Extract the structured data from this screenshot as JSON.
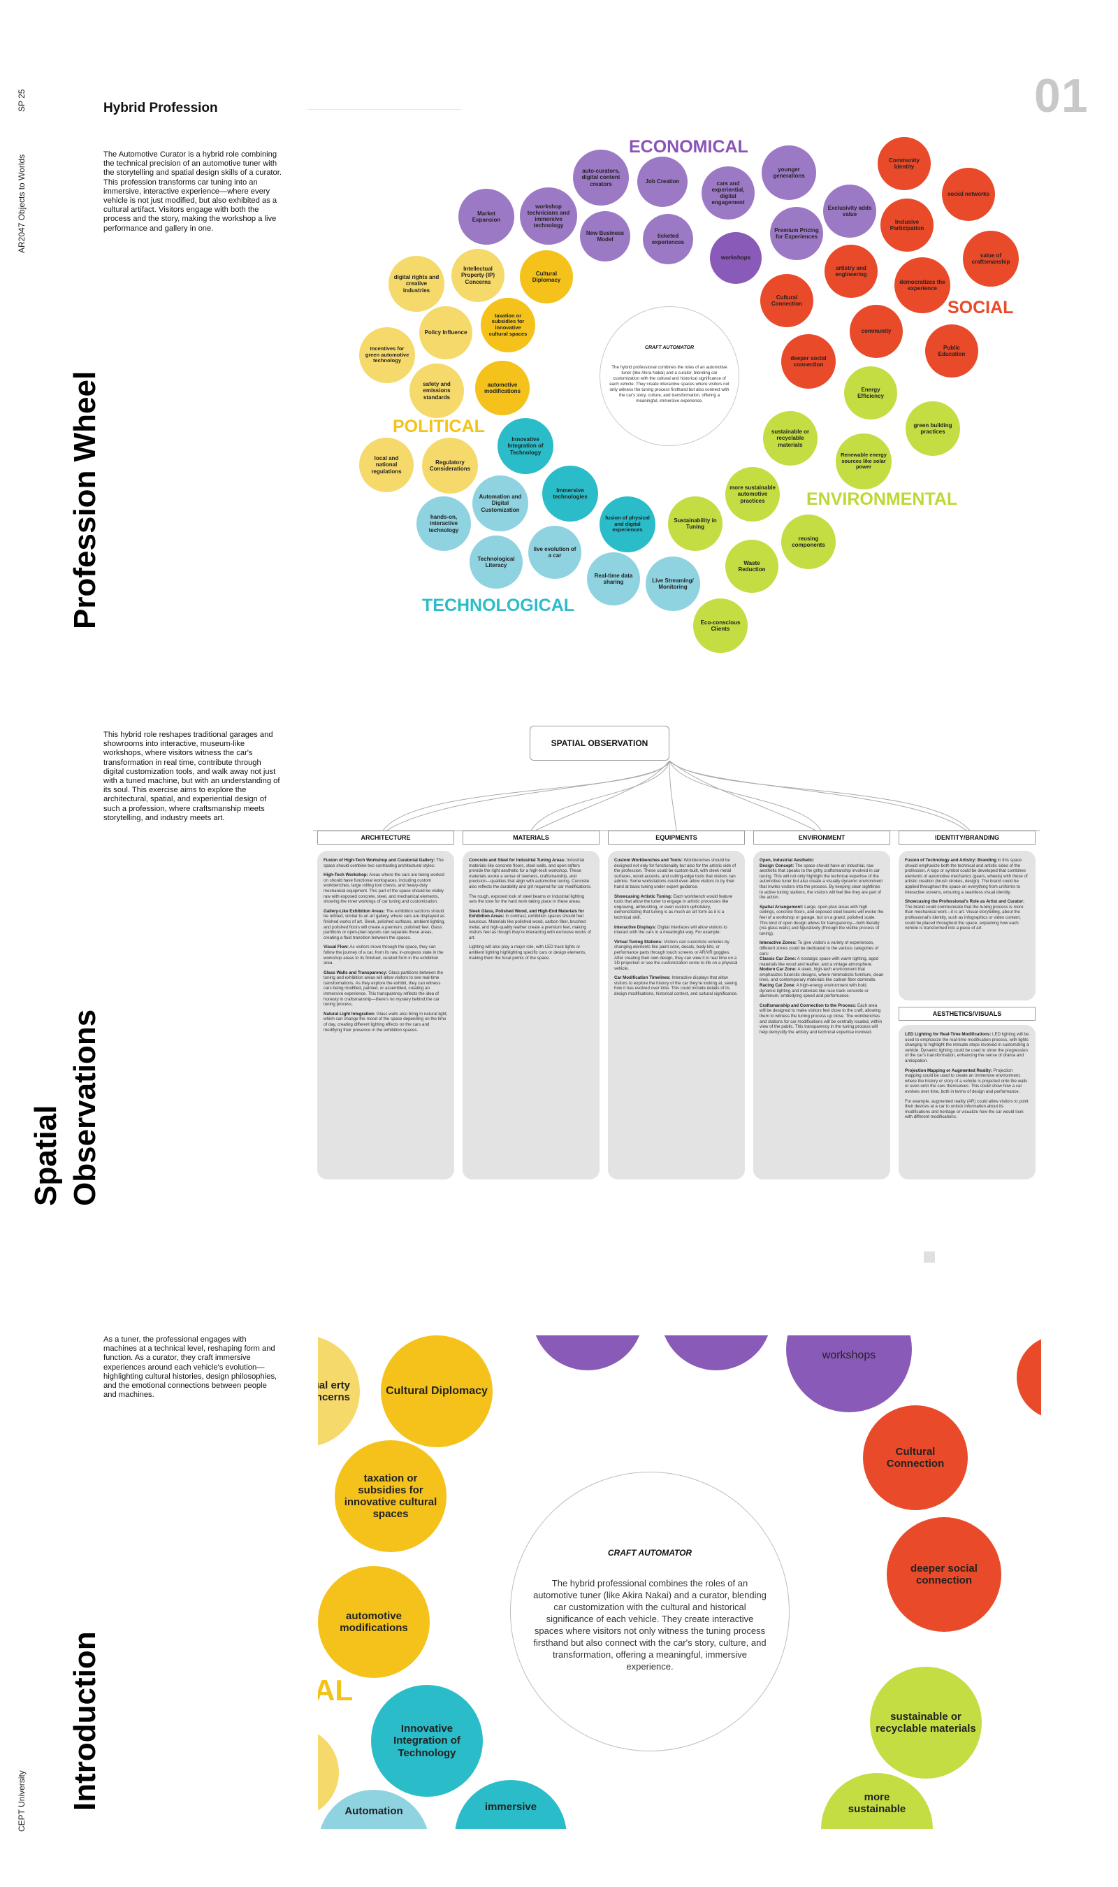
{
  "sidebar": {
    "code": "SP 25",
    "course": "AR2047 Objects to Worlds",
    "university": "CEPT University"
  },
  "page_number": "01",
  "header": {
    "title": "Hybrid Profession"
  },
  "sections": {
    "profession_wheel": "Profession Wheel",
    "spatial_line1": "Spatial",
    "spatial_line2": "Observations",
    "introduction": "Introduction"
  },
  "paragraphs": {
    "p1": "The Automotive Curator is a hybrid role combining the technical precision of an automotive tuner with the storytelling and spatial design skills of a curator. This profession transforms car tuning into an immersive, interactive experience—where every vehicle is not just modified, but also exhibited as a cultural artifact. Visitors engage with both the process and the story, making the workshop a live performance and gallery in one.",
    "p2": "This hybrid role reshapes traditional garages and showrooms into interactive, museum-like workshops, where visitors witness the car's transformation in real time, contribute through digital customization tools, and walk away not just with a tuned machine, but with an understanding of its soul. This exercise aims to explore the architectural, spatial, and experiential design of such a profession, where craftsmanship meets storytelling, and industry meets art.",
    "p3": "As a tuner, the professional engages with machines at a technical level, reshaping form and function. As a curator, they craft immersive experiences around each vehicle's evolution—highlighting cultural histories, design philosophies, and the emotional connections between people and machines."
  },
  "wheel": {
    "categories": {
      "economical": "ECONOMICAL",
      "social": "SOCIAL",
      "political": "POLITICAL",
      "environmental": "ENVIRONMENTAL",
      "technological": "TECHNOLOGICAL"
    },
    "center_title": "CRAFT AUTOMATOR",
    "center_text": "The hybrid professional combines the roles of an automotive tuner (like Akira Nakai) and a curator, blending car customization with the cultural and historical significance of each vehicle. They create interactive spaces where visitors not only witness the tuning process firsthand but also connect with the car's story, culture, and transformation, offering a meaningful, immersive experience.",
    "bubbles": {
      "auto_curators": "auto-curators, digital content creators",
      "job_creation": "Job Creation",
      "cars_experiential": "cars and experiential, digital engagement",
      "younger_generations": "younger generations",
      "market_expansion": "Market Expansion",
      "workshop_technicians": "workshop technicians and immersive technology",
      "new_business_model": "New Business Model",
      "ticketed_experiences": "ticketed experiences",
      "exclusivity": "Exclusivity adds value",
      "premium_pricing": "Premium Pricing for Experiences",
      "workshops": "workshops",
      "community_identity": "Community Identity",
      "social_networks": "social networks",
      "inclusive_participation": "Inclusive Participation",
      "value_craftsmanship": "value of craftsmanship",
      "artistry_engineering": "artistry and engineering",
      "democratizes": "democratizes the experience",
      "cultural_connection": "Cultural Connection",
      "community": "community",
      "public_education": "Public Education",
      "deeper_social": "deeper social connection",
      "digital_rights": "digital rights and creative industries",
      "intellectual_property": "Intellectual Property (IP) Concerns",
      "cultural_diplomacy": "Cultural Diplomacy",
      "taxation": "taxation or subsidies for innovative cultural spaces",
      "policy_influence": "Policy Influence",
      "incentives": "Incentives for green automotive technology",
      "safety_emissions": "safety and emissions standards",
      "automotive_modifications": "automotive modifications",
      "local_national": "local and national regulations",
      "regulatory": "Regulatory Considerations",
      "innovative_integration": "Innovative Integration of Technology",
      "energy_efficiency": "Energy Efficiency",
      "green_building": "green building practices",
      "sustainable_materials": "sustainable or recyclable materials",
      "renewable_energy": "Renewable energy sources like solar power",
      "more_sustainable": "more sustainable automotive practices",
      "automation_digital": "Automation and Digital Customization",
      "immersive_tech": "Immersive technologies",
      "handson": "hands-on, interactive technology",
      "fusion": "fusion of physical and digital experiences",
      "sustainability_tuning": "Sustainability in Tuning",
      "reusing": "reusing components",
      "live_evolution": "live evolution of a car",
      "tech_literacy": "Technological Literacy",
      "realtime": "Real-time data sharing",
      "live_streaming": "Live Streaming/ Monitoring",
      "waste_reduction": "Waste Reduction",
      "eco_clients": "Eco-conscious Clients"
    }
  },
  "spatial": {
    "title": "SPATIAL OBSERVATION",
    "columns": [
      {
        "head": "ARCHITECTURE"
      },
      {
        "head": "MATERIALS"
      },
      {
        "head": "EQUIPMENTS"
      },
      {
        "head": "ENVIRONMENT"
      },
      {
        "head": "IDENTITY/BRANDING"
      }
    ],
    "aesthetics_head": "AESTHETICS/VISUALS",
    "arch": {
      "h1": "Fusion of High-Tech Workshop and Curatorial Gallery:",
      "t1": "The space should combine two contrasting architectural styles:",
      "h2": "High-Tech Workshop:",
      "t2": "Areas where the cars are being worked on should have functional workspaces, including custom workbenches, large rolling tool chests, and heavy-duty mechanical equipment. This part of the space should be visibly raw with exposed concrete, steel, and mechanical elements, showing the inner workings of car tuning and customization.",
      "h3": "Gallery-Like Exhibition Areas:",
      "t3": "The exhibition sections should be refined, similar to an art gallery, where cars are displayed as finished works of art. Sleek, polished surfaces, ambient lighting, and polished floors will create a premium, polished feel. Glass partitions or open-plan layouts can separate these areas, creating a fluid transition between the spaces.",
      "h4": "Visual Flow:",
      "t4": "As visitors move through the space, they can follow the journey of a car, from its raw, in-progress state in the workshop areas to its finished, curated form in the exhibition area.",
      "h5": "Glass Walls and Transparency:",
      "t5": "Glass partitions between the tuning and exhibition areas will allow visitors to see real-time transformations. As they explore the exhibit, they can witness cars being modified, painted, or assembled, creating an immersive experience. This transparency reflects the idea of honesty in craftsmanship—there's no mystery behind the car tuning process.",
      "h6": "Natural Light Integration:",
      "t6": "Glass walls also bring in natural light, which can change the mood of the space depending on the time of day, creating different lighting effects on the cars and modifying their presence in the exhibition spaces."
    },
    "mat": {
      "h1": "Concrete and Steel for Industrial Tuning Areas:",
      "t1": "Industrial materials like concrete floors, steel walls, and open rafters provide the right aesthetic for a high-tech workshop. These materials evoke a sense of rawness, craftsmanship, and precision—qualities that align with automotive tuning. Concrete also reflects the durability and grit required for car modifications.",
      "t2": "The rough, exposed look of steel beams or industrial lighting sets the tone for the hard work taking place in these areas.",
      "h3": "Sleek Glass, Polished Wood, and High-End Materials for Exhibition Areas:",
      "t3": "In contrast, exhibition spaces should feel luxurious. Materials like polished wood, carbon fiber, brushed metal, and high-quality leather create a premium feel, making visitors feel as though they're interacting with exclusive works of art.",
      "t4": "Lighting will also play a major role, with LED track lights or ambient lighting highlighting specific cars or design elements, making them the focal points of the space."
    },
    "equip": {
      "h1": "Custom Workbenches and Tools:",
      "t1": "Workbenches should be designed not only for functionality but also for the artistic side of the profession. These could be custom-built, with sleek metal surfaces, wood accents, and cutting-edge tools that visitors can admire. Some workstations could even allow visitors to try their hand at basic tuning under expert guidance.",
      "h2": "Showcasing Artistic Tuning:",
      "t2": "Each workbench would feature tools that allow the tuner to engage in artistic processes like engraving, airbrushing, or even custom upholstery, demonstrating that tuning is as much an art form as it is a technical skill.",
      "h3": "Interactive Displays:",
      "t3": "Digital interfaces will allow visitors to interact with the cars in a meaningful way. For example:",
      "h4": "Virtual Tuning Stations:",
      "t4": "Visitors can customize vehicles by changing elements like paint color, decals, body kits, or performance parts through touch screens or AR/VR goggles. After creating their own design, they can view it in real time on a 3D projection or see the customization come to life on a physical vehicle.",
      "h5": "Car Modification Timelines:",
      "t5": "Interactive displays that allow visitors to explore the history of the car they're looking at, seeing how it has evolved over time. This could include details of its design modifications, historical context, and cultural significance."
    },
    "env": {
      "h1": "Open, Industrial Aesthetic:",
      "h2": "Design Concept:",
      "t2": "The space should have an industrial, raw aesthetic that speaks to the gritty craftsmanship involved in car tuning. This will not only highlight the technical expertise of the automotive tuner but also create a visually dynamic environment that invites visitors into the process. By keeping clear sightlines to active tuning stations, the visitors will feel like they are part of the action.",
      "h3": "Spatial Arrangement:",
      "t3": "Large, open-plan areas with high ceilings, concrete floors, and exposed steel beams will evoke the feel of a workshop or garage, but on a grand, polished scale. This kind of open design allows for transparency—both literally (via glass walls) and figuratively (through the visible process of tuning).",
      "h4": "Interactive Zones:",
      "t4": "To give visitors a variety of experiences, different zones could be dedicated to the various categories of cars:",
      "h5": "Classic Car Zone:",
      "t5": "A nostalgic space with warm lighting, aged materials like wood and leather, and a vintage atmosphere.",
      "h6": "Modern Car Zone:",
      "t6": "A sleek, high-tech environment that emphasizes futuristic designs, where minimalistic furniture, clean lines, and contemporary materials like carbon fiber dominate.",
      "h7": "Racing Car Zone:",
      "t7": "A high-energy environment with bold, dynamic lighting and materials like race track concrete or aluminum, embodying speed and performance.",
      "h8": "Craftsmanship and Connection to the Process:",
      "t8": "Each area will be designed to make visitors feel close to the craft, allowing them to witness the tuning process up close. The workbenches and stations for car modifications will be centrally located, within view of the public. This transparency in the tuning process will help demystify the artistry and technical expertise involved."
    },
    "ident": {
      "h1": "Fusion of Technology and Artistry:",
      "t1a": "Branding",
      "t1": "in this space should emphasize both the technical and artistic sides of the profession. A logo or symbol could be developed that combines elements of automotive mechanics (gears, wheels) with those of artistic creation (brush strokes, design). The brand could be applied throughout the space on everything from uniforms to interactive screens, ensuring a seamless visual identity.",
      "h2": "Showcasing the Professional's Role as Artist and Curator:",
      "t2": "The brand could communicate that the tuning process is more than mechanical work—it is art. Visual storytelling, about the professional's identity, such as infographics or video content, could be placed throughout the space, explaining how each vehicle is transformed into a piece of art.",
      "h3": "LED Lighting for Real-Time Modifications:",
      "t3": "LED lighting will be used to emphasize the real-time modification process, with lights changing to highlight the intricate steps involved in customizing a vehicle. Dynamic lighting could be used to show the progression of the car's transformation, enhancing the sense of drama and anticipation.",
      "h4": "Projection Mapping or Augmented Reality:",
      "t4": "Projection mapping could be used to create an immersive environment, where the history or story of a vehicle is projected onto the walls or even onto the cars themselves. This could show how a car evolves over time, both in terms of design and performance.",
      "t5": "For example, augmented reality (AR) could allow visitors to point their devices at a car to unlock information about its modifications and heritage or visualize how the car would look with different modifications."
    }
  },
  "intro_zoom": {
    "center_title": "CRAFT AUTOMATOR",
    "center_text": "The hybrid professional combines the roles of an automotive tuner (like Akira Nakai) and a curator, blending car customization with the cultural and historical significance of each vehicle. They create interactive spaces where visitors not only witness the tuning process firsthand but also connect with the car's story, culture, and transformation, offering a meaningful, immersive experience.",
    "intellectual": "llectual erty (IP) ncerns",
    "cultural_diplomacy": "Cultural Diplomacy",
    "taxation": "taxation or subsidies for innovative cultural spaces",
    "automotive_mod": "automotive modifications",
    "innovative": "Innovative Integration of Technology",
    "immersive": "immersive",
    "automation": "Automation",
    "workshops": "workshops",
    "cultural_connection": "Cultural Connection",
    "deeper_social": "deeper social connection",
    "sustainable": "sustainable or recyclable materials",
    "more_sustainable": "more sustainable",
    "al": "AL"
  }
}
